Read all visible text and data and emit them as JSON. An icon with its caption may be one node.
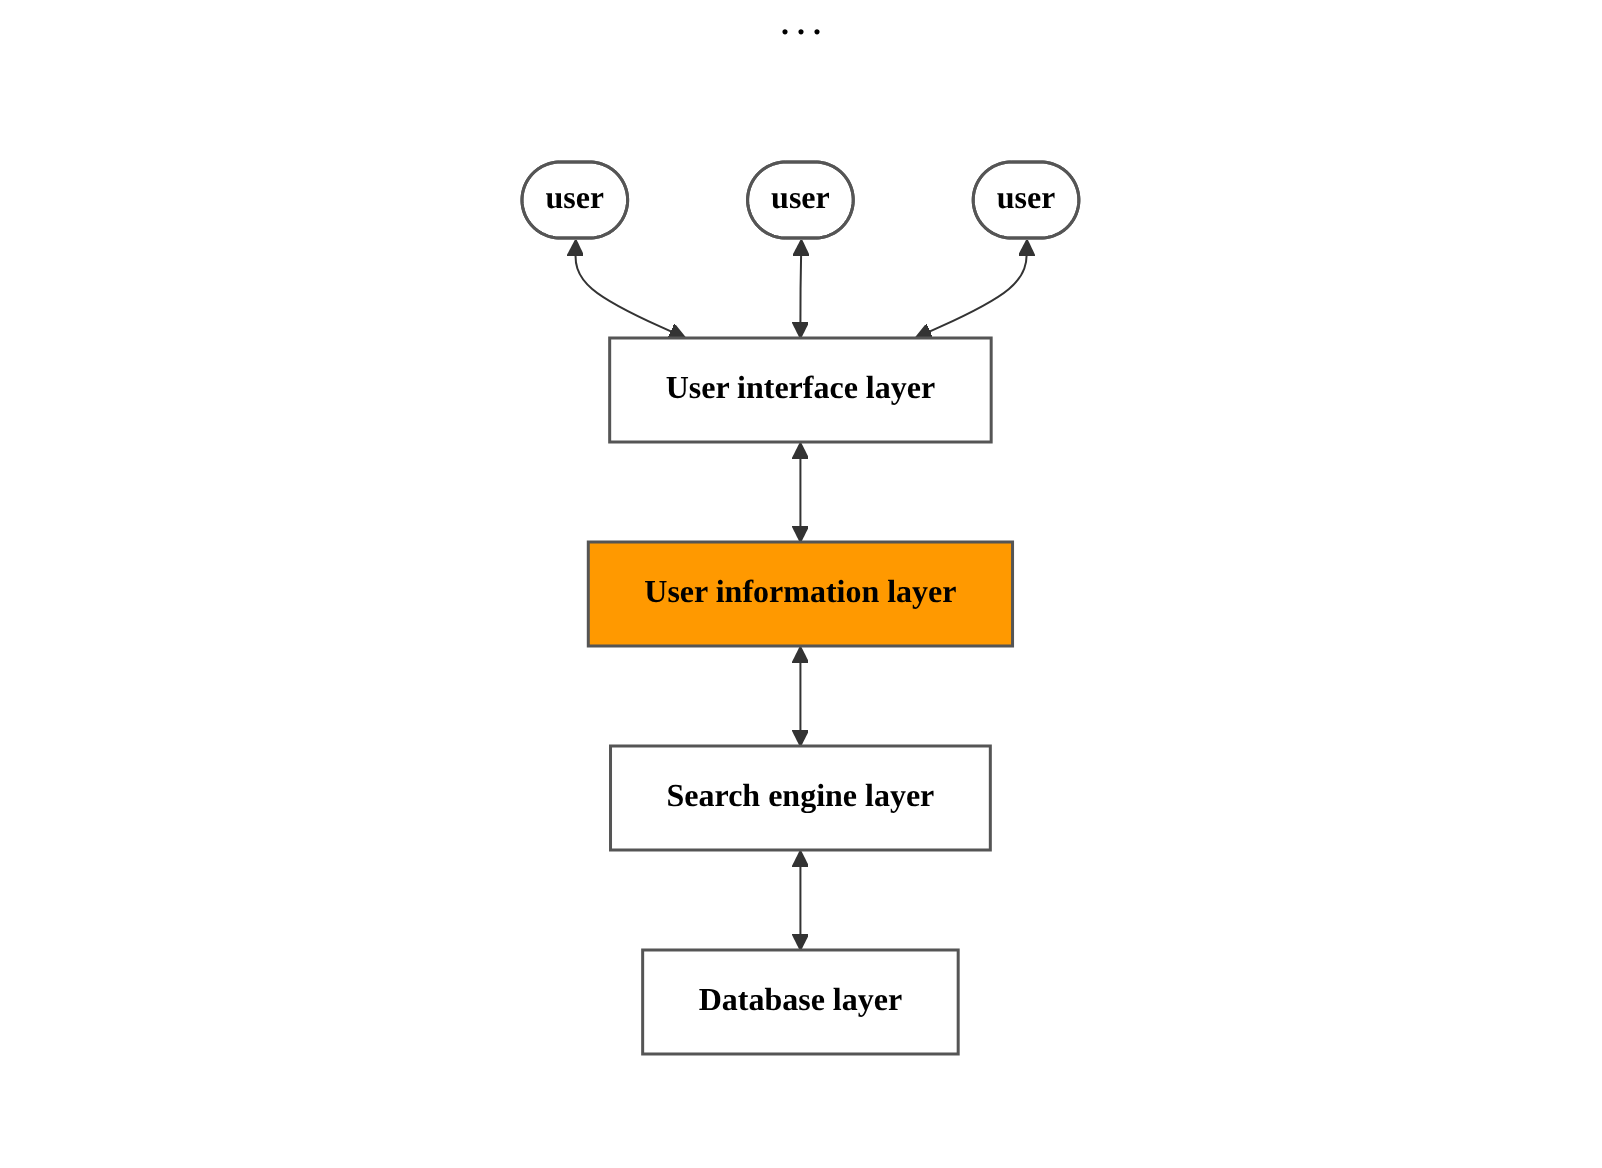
{
  "diagram": {
    "nodes": [
      {
        "text": [
          "user"
        ]
      },
      {
        "text": [
          "user"
        ]
      },
      {
        "text": [
          "user"
        ]
      },
      {
        "text": [
          "User interface layer"
        ]
      },
      {
        "text": [
          "User information layer"
        ]
      },
      {
        "text": [
          "Search engine layer"
        ]
      },
      {
        "text": [
          "Database layer"
        ]
      }
    ],
    "edges": [
      {
        "from": 0,
        "to": 3,
        "arrow": "both"
      },
      {
        "from": 1,
        "to": 3,
        "arrow": "both"
      },
      {
        "from": 2,
        "to": 3,
        "arrow": "both"
      },
      {
        "from": 3,
        "to": 4,
        "arrow": "both"
      },
      {
        "from": 4,
        "to": 5,
        "arrow": "both"
      },
      {
        "from": 5,
        "to": 6,
        "arrow": "both"
      }
    ],
    "labels": [
      ". . ."
    ]
  }
}
